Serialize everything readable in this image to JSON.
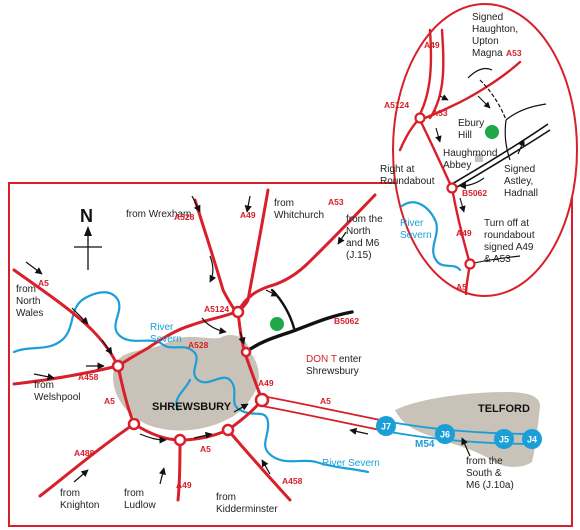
{
  "colors": {
    "road": "#d8202a",
    "river": "#1b9fd8",
    "motorway": "#1b9fd8",
    "urban": "#c9c2b8",
    "frame": "#d8202a",
    "venue": "#1ea84a"
  },
  "compass": {
    "label": "N"
  },
  "places": {
    "shrewsbury": "SHREWSBURY",
    "telford": "TELFORD"
  },
  "directions": {
    "wrexham": "from Wrexham",
    "whitchurch": [
      "from",
      "Whitchurch"
    ],
    "north_m6": [
      "from the",
      "North",
      "and M6",
      "(J.15)"
    ],
    "north_wales": [
      "from",
      "North",
      "Wales"
    ],
    "welshpool": [
      "from",
      "Welshpool"
    ],
    "knighton": [
      "from",
      "Knighton"
    ],
    "ludlow": [
      "from",
      "Ludlow"
    ],
    "kidderminster": [
      "from",
      "Kidderminster"
    ],
    "south_m6": [
      "from the",
      "South &",
      "M6 (J.10a)"
    ]
  },
  "warning": {
    "red": "DON T",
    "rest": "enter",
    "line2": "Shrewsbury"
  },
  "rivers": {
    "main_upper": [
      "River",
      "Severn"
    ],
    "main_lower": "River Severn",
    "inset": [
      "River",
      "Severn"
    ]
  },
  "roads": {
    "a528_top": "A528",
    "a49_top": "A49",
    "a53_top": "A53",
    "a5_nw": "A5",
    "a5124": "A5124",
    "a528_mid": "A528",
    "b5062": "B5062",
    "a458_w": "A458",
    "a5_w": "A5",
    "a49_mid": "A49",
    "a5_e": "A5",
    "a488": "A488",
    "a5_s": "A5",
    "a49_s": "A49",
    "a458_s": "A458"
  },
  "motorway": {
    "name": "M54",
    "junctions": [
      "J7",
      "J6",
      "J5",
      "J4"
    ]
  },
  "inset": {
    "haughton": [
      "Signed",
      "Haughton,",
      "Upton",
      "Magna"
    ],
    "ebury_hill": [
      "Ebury",
      "Hill"
    ],
    "haughmond_abbey": [
      "Haughmond",
      "Abbey"
    ],
    "right_roundabout": [
      "Right at",
      "Roundabout"
    ],
    "astley": [
      "Signed",
      "Astley,",
      "Hadnall"
    ],
    "turn_off": [
      "Turn off at",
      "roundabout",
      "signed  A49",
      "& A53"
    ],
    "roads": {
      "a49_top": "A49",
      "a53_top": "A53",
      "a5124": "A5124",
      "a53_mid": "A53",
      "b5062": "B5062",
      "a49_low": "A49",
      "a5": "A5"
    }
  }
}
